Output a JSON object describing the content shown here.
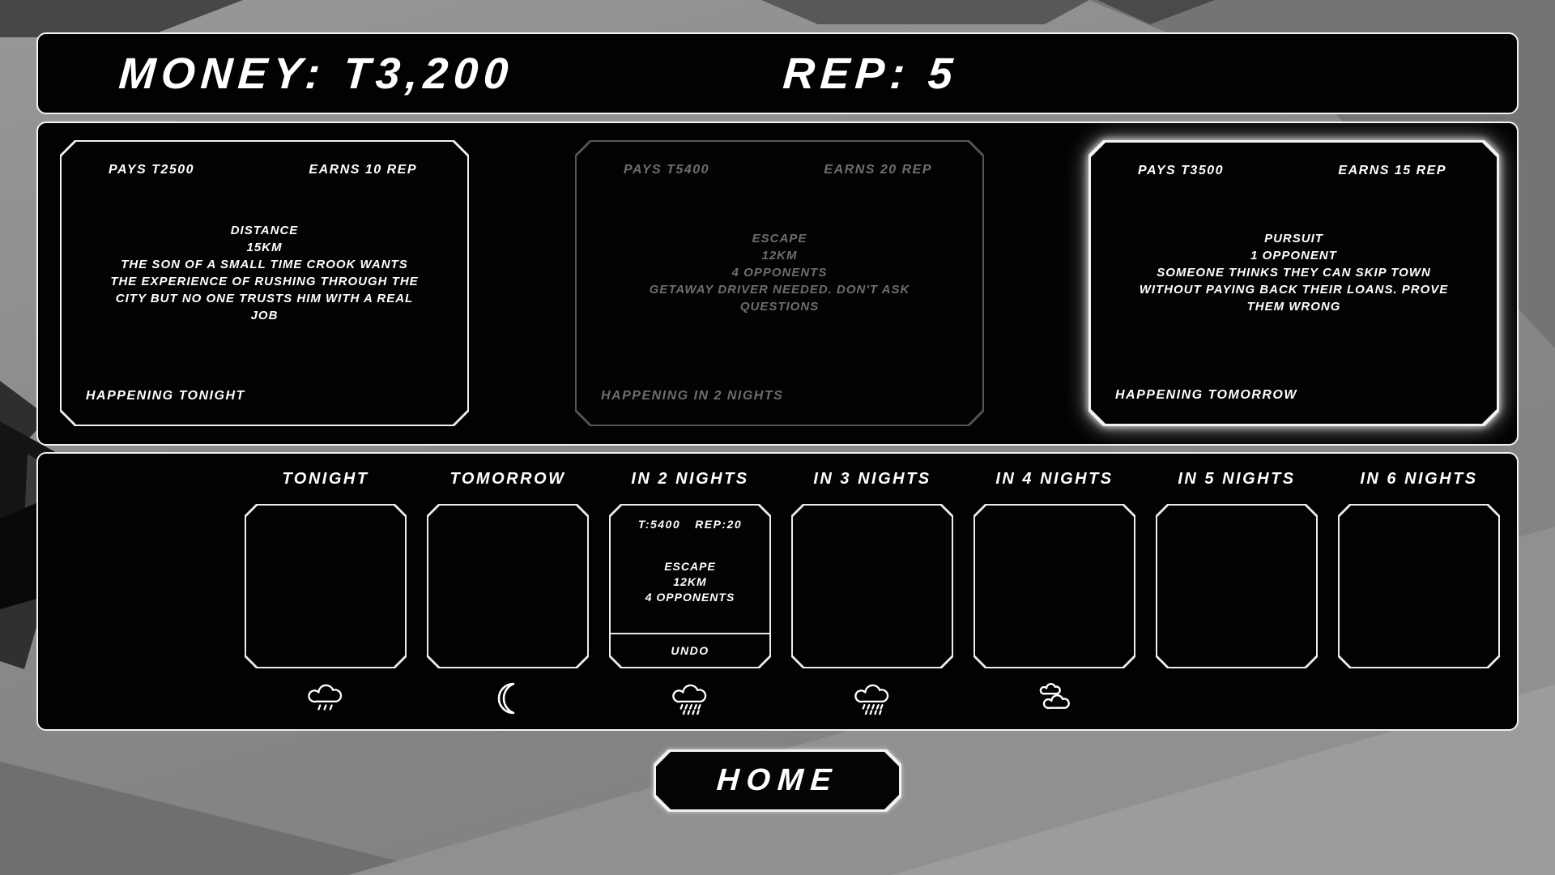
{
  "header": {
    "money": "MONEY: T3,200",
    "rep": "REP: 5"
  },
  "jobs": [
    {
      "pays": "PAYS T2500",
      "earns": "EARNS 10 REP",
      "lines": [
        "DISTANCE",
        "15KM",
        "THE SON OF A SMALL TIME CROOK WANTS",
        "THE EXPERIENCE OF RUSHING THROUGH THE",
        "CITY BUT NO ONE TRUSTS HIM WITH A REAL",
        "JOB"
      ],
      "when": "HAPPENING TONIGHT",
      "state": "available"
    },
    {
      "pays": "PAYS T5400",
      "earns": "EARNS 20 REP",
      "lines": [
        "ESCAPE",
        "12KM",
        "4 OPPONENTS",
        "GETAWAY DRIVER NEEDED. DON'T ASK",
        "QUESTIONS"
      ],
      "when": "HAPPENING IN 2 NIGHTS",
      "state": "scheduled"
    },
    {
      "pays": "PAYS T3500",
      "earns": "EARNS 15 REP",
      "lines": [
        "PURSUIT",
        "1 OPPONENT",
        "SOMEONE THINKS THEY CAN SKIP TOWN",
        "WITHOUT PAYING BACK THEIR LOANS. PROVE",
        "THEM WRONG"
      ],
      "when": "HAPPENING TOMORROW",
      "state": "selected"
    }
  ],
  "schedule": {
    "days": [
      {
        "label": "TONIGHT",
        "weather": "rain-light"
      },
      {
        "label": "TOMORROW",
        "weather": "moon"
      },
      {
        "label": "IN 2 NIGHTS",
        "weather": "rain-heavy",
        "booking": {
          "pay": "T:5400",
          "rep": "REP:20",
          "lines": [
            "ESCAPE",
            "12KM",
            "4 OPPONENTS"
          ],
          "undo": "UNDO"
        }
      },
      {
        "label": "IN 3 NIGHTS",
        "weather": "rain-heavy"
      },
      {
        "label": "IN 4 NIGHTS",
        "weather": "clouds"
      },
      {
        "label": "IN 5 NIGHTS",
        "weather": "none"
      },
      {
        "label": "IN 6 NIGHTS",
        "weather": "none"
      }
    ]
  },
  "home": {
    "label": "HOME"
  },
  "colors": {
    "accent": "#ffffff",
    "panel_bg": "#020202",
    "dimmed": "#6d6d6d"
  }
}
